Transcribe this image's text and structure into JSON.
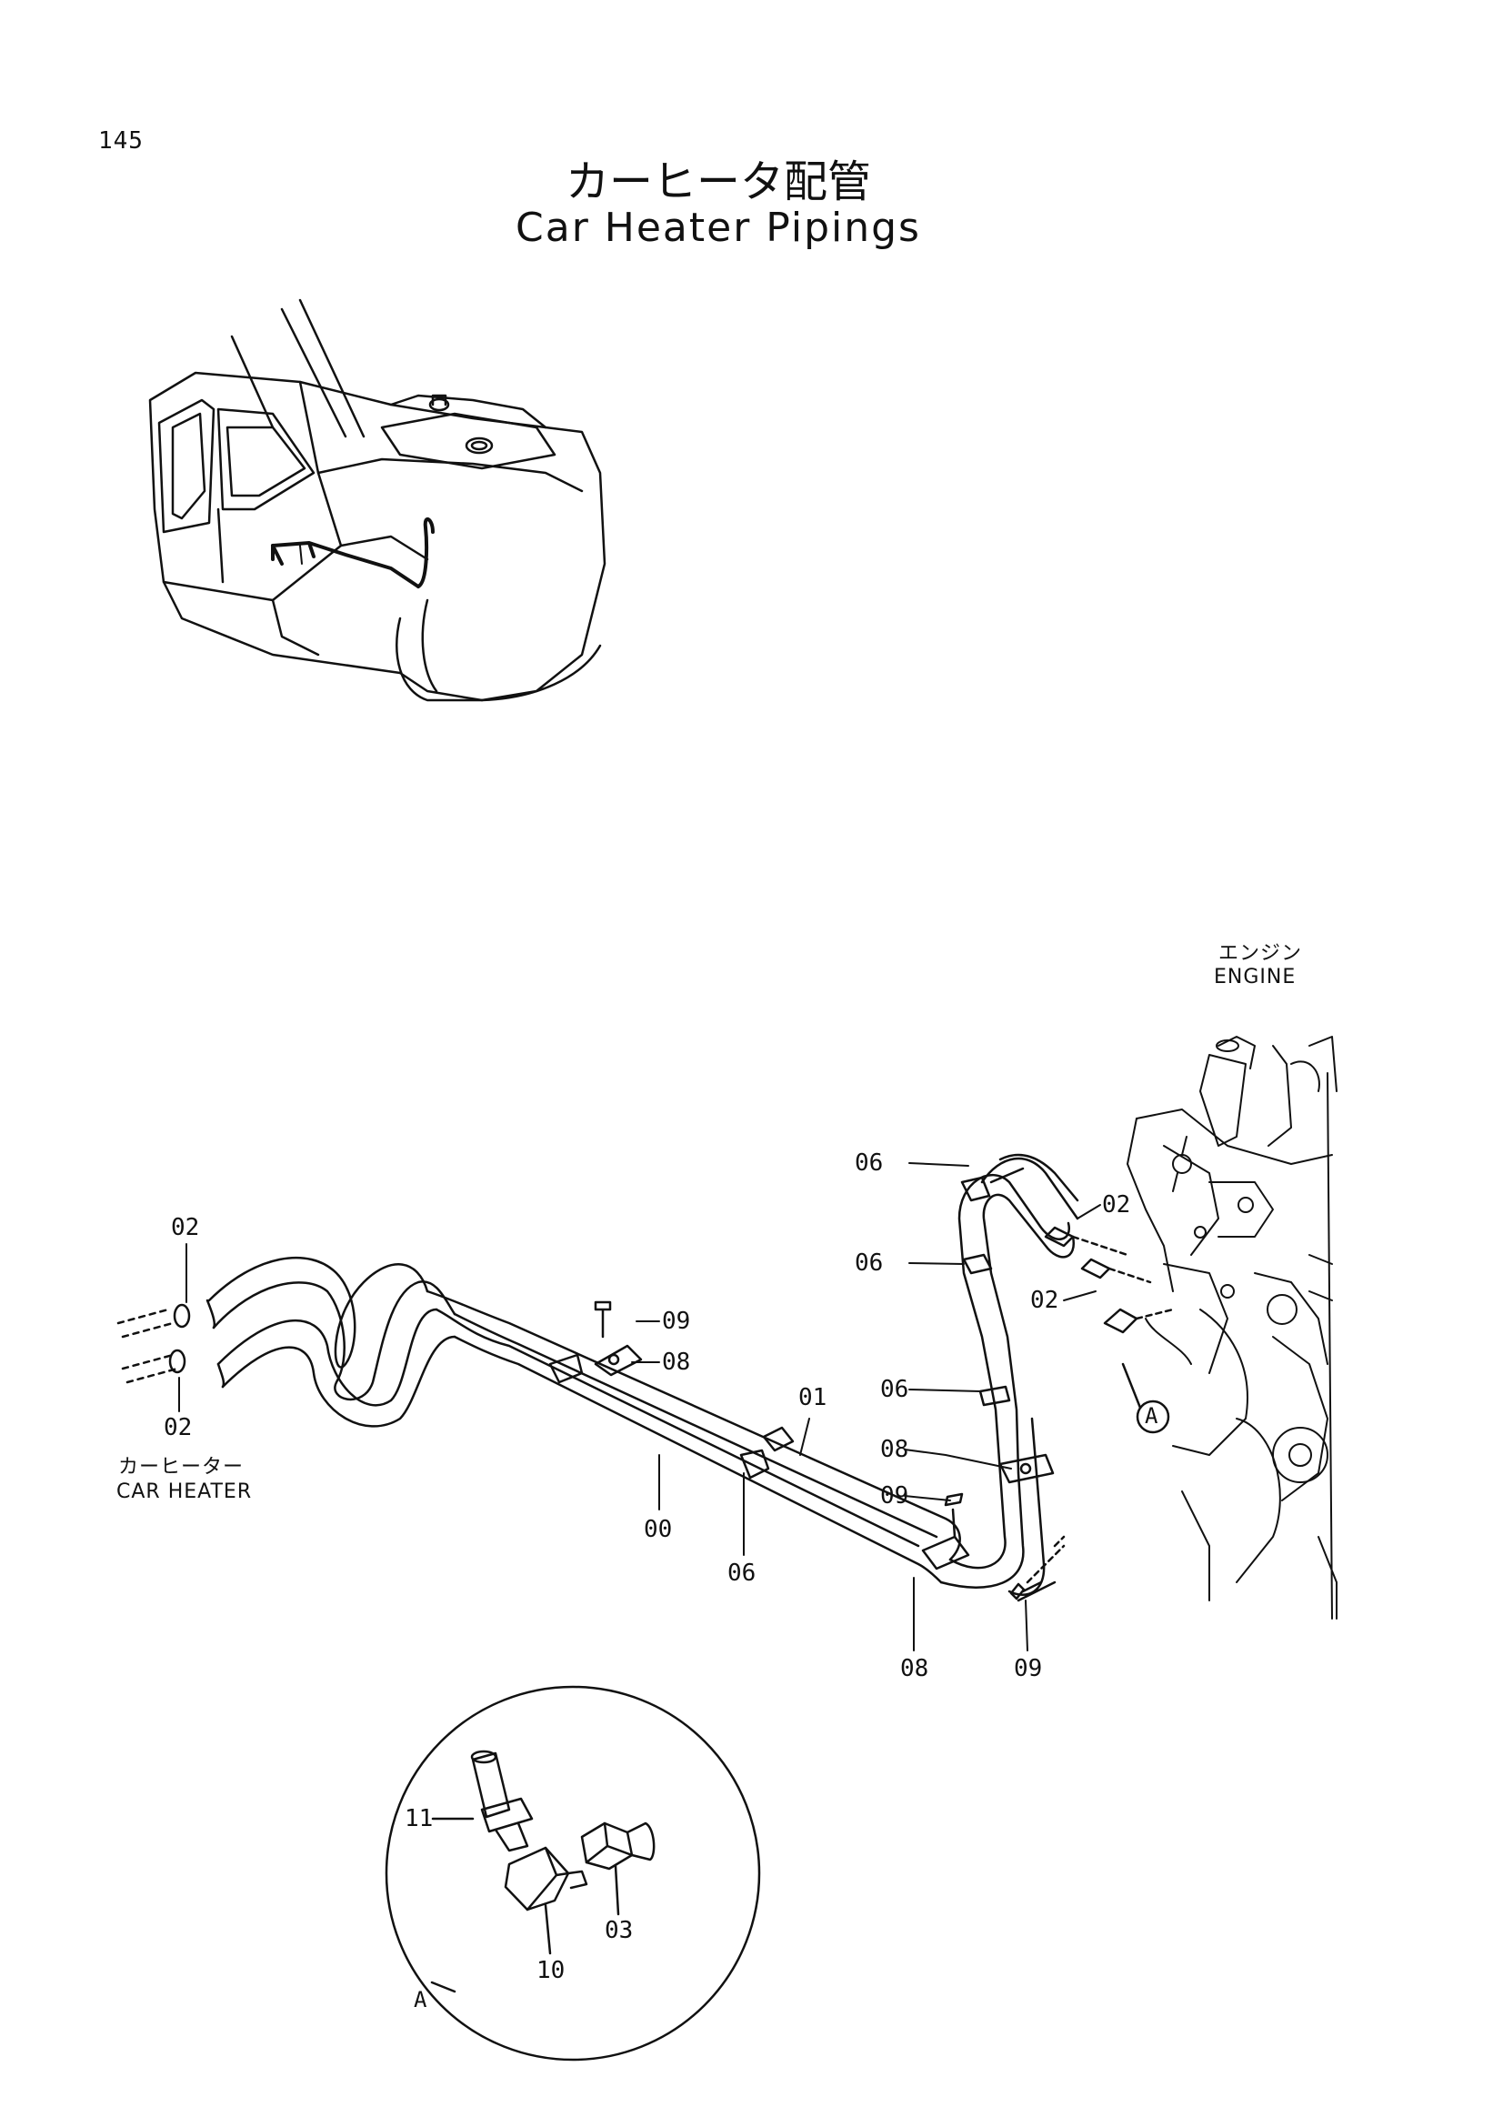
{
  "page": {
    "number": "145"
  },
  "title": {
    "japanese": "カーヒータ配管",
    "english": "Car Heater Pipings"
  },
  "callouts": {
    "engine_jp": "エンジン",
    "engine_en": "ENGINE",
    "car_heater_jp": "カーヒーター",
    "car_heater_en": "CAR HEATER",
    "detail_ref_circle": "A",
    "detail_ref_inset": "A"
  },
  "part_labels": {
    "p02_top_left": "02",
    "p02_bottom_left": "02",
    "p09_center": "09",
    "p08_center": "08",
    "p01": "01",
    "p00": "00",
    "p06_center": "06",
    "p06_upper": "06",
    "p06_mid": "06",
    "p06_lower": "06",
    "p02_right_upper": "02",
    "p02_right_lower": "02",
    "p08_right": "08",
    "p09_right": "09",
    "p08_bottom": "08",
    "p09_bottom": "09",
    "p11": "11",
    "p10": "10",
    "p03": "03"
  }
}
